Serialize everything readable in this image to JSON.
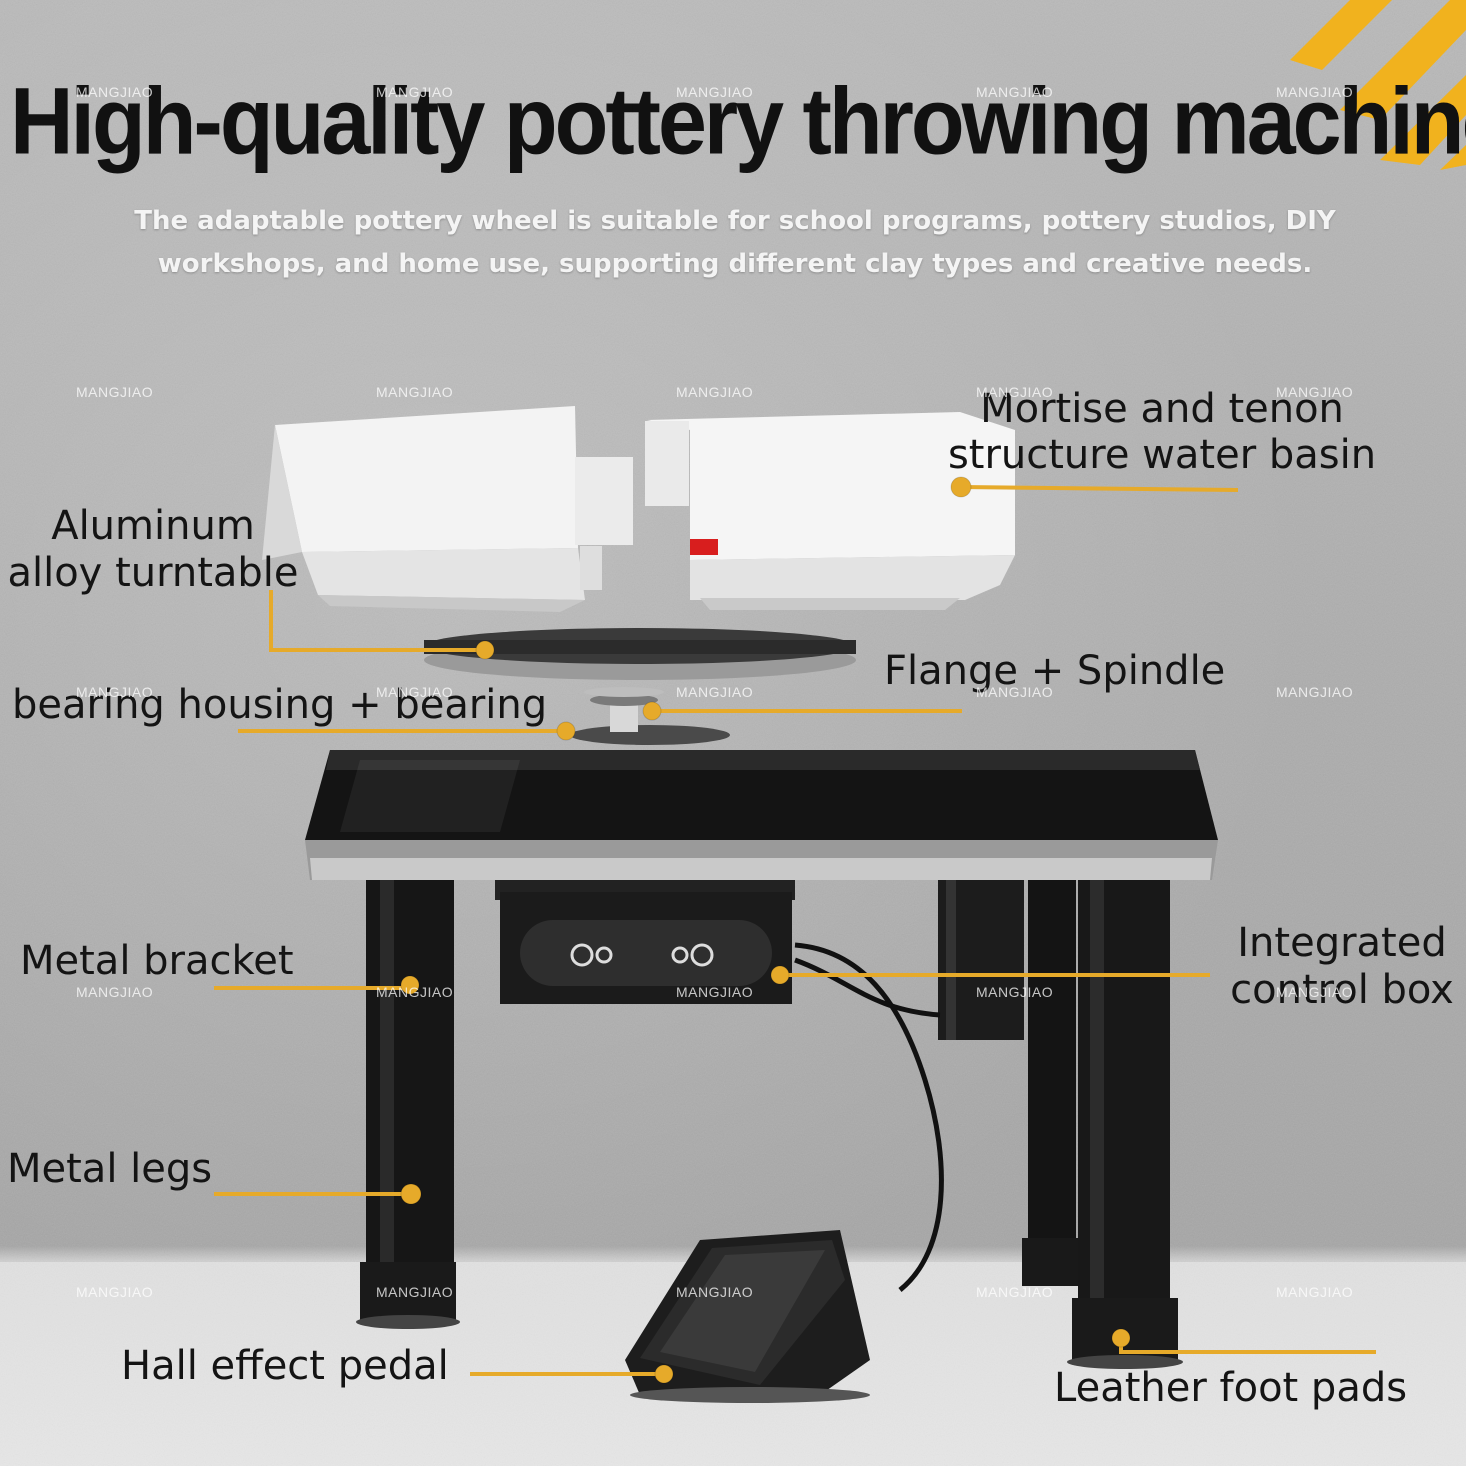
{
  "title": "High-quality pottery throwing machines",
  "subtitle": "The adaptable pottery wheel is suitable for school programs, pottery studios, DIY workshops, and home use, supporting different clay types and creative needs.",
  "watermark": "MANGJIAO",
  "labels": {
    "water_basin": "Mortise and tenon structure water basin",
    "turntable": "Aluminum alloy turntable",
    "bearing": "bearing housing + bearing",
    "flange": "Flange + Spindle",
    "bracket": "Metal bracket",
    "control_box": "Integrated control box",
    "legs": "Metal legs",
    "pedal": "Hall effect pedal",
    "foot_pads": "Leather foot pads"
  },
  "colors": {
    "accent": "#e6aa2a",
    "ink": "#141414",
    "basin": "#f2f2f2",
    "machine": "#151515",
    "indicator": "#d81e1e"
  }
}
